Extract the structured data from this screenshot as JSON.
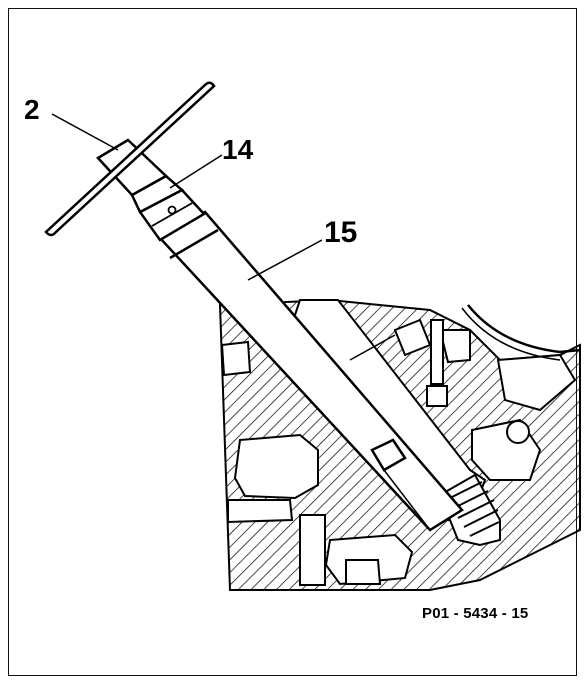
{
  "callouts": {
    "tool_2": "2",
    "part_14": "14",
    "part_15": "15"
  },
  "figure_ref": "P01 - 5434 - 15",
  "colors": {
    "ink": "#000000",
    "paper": "#ffffff"
  }
}
